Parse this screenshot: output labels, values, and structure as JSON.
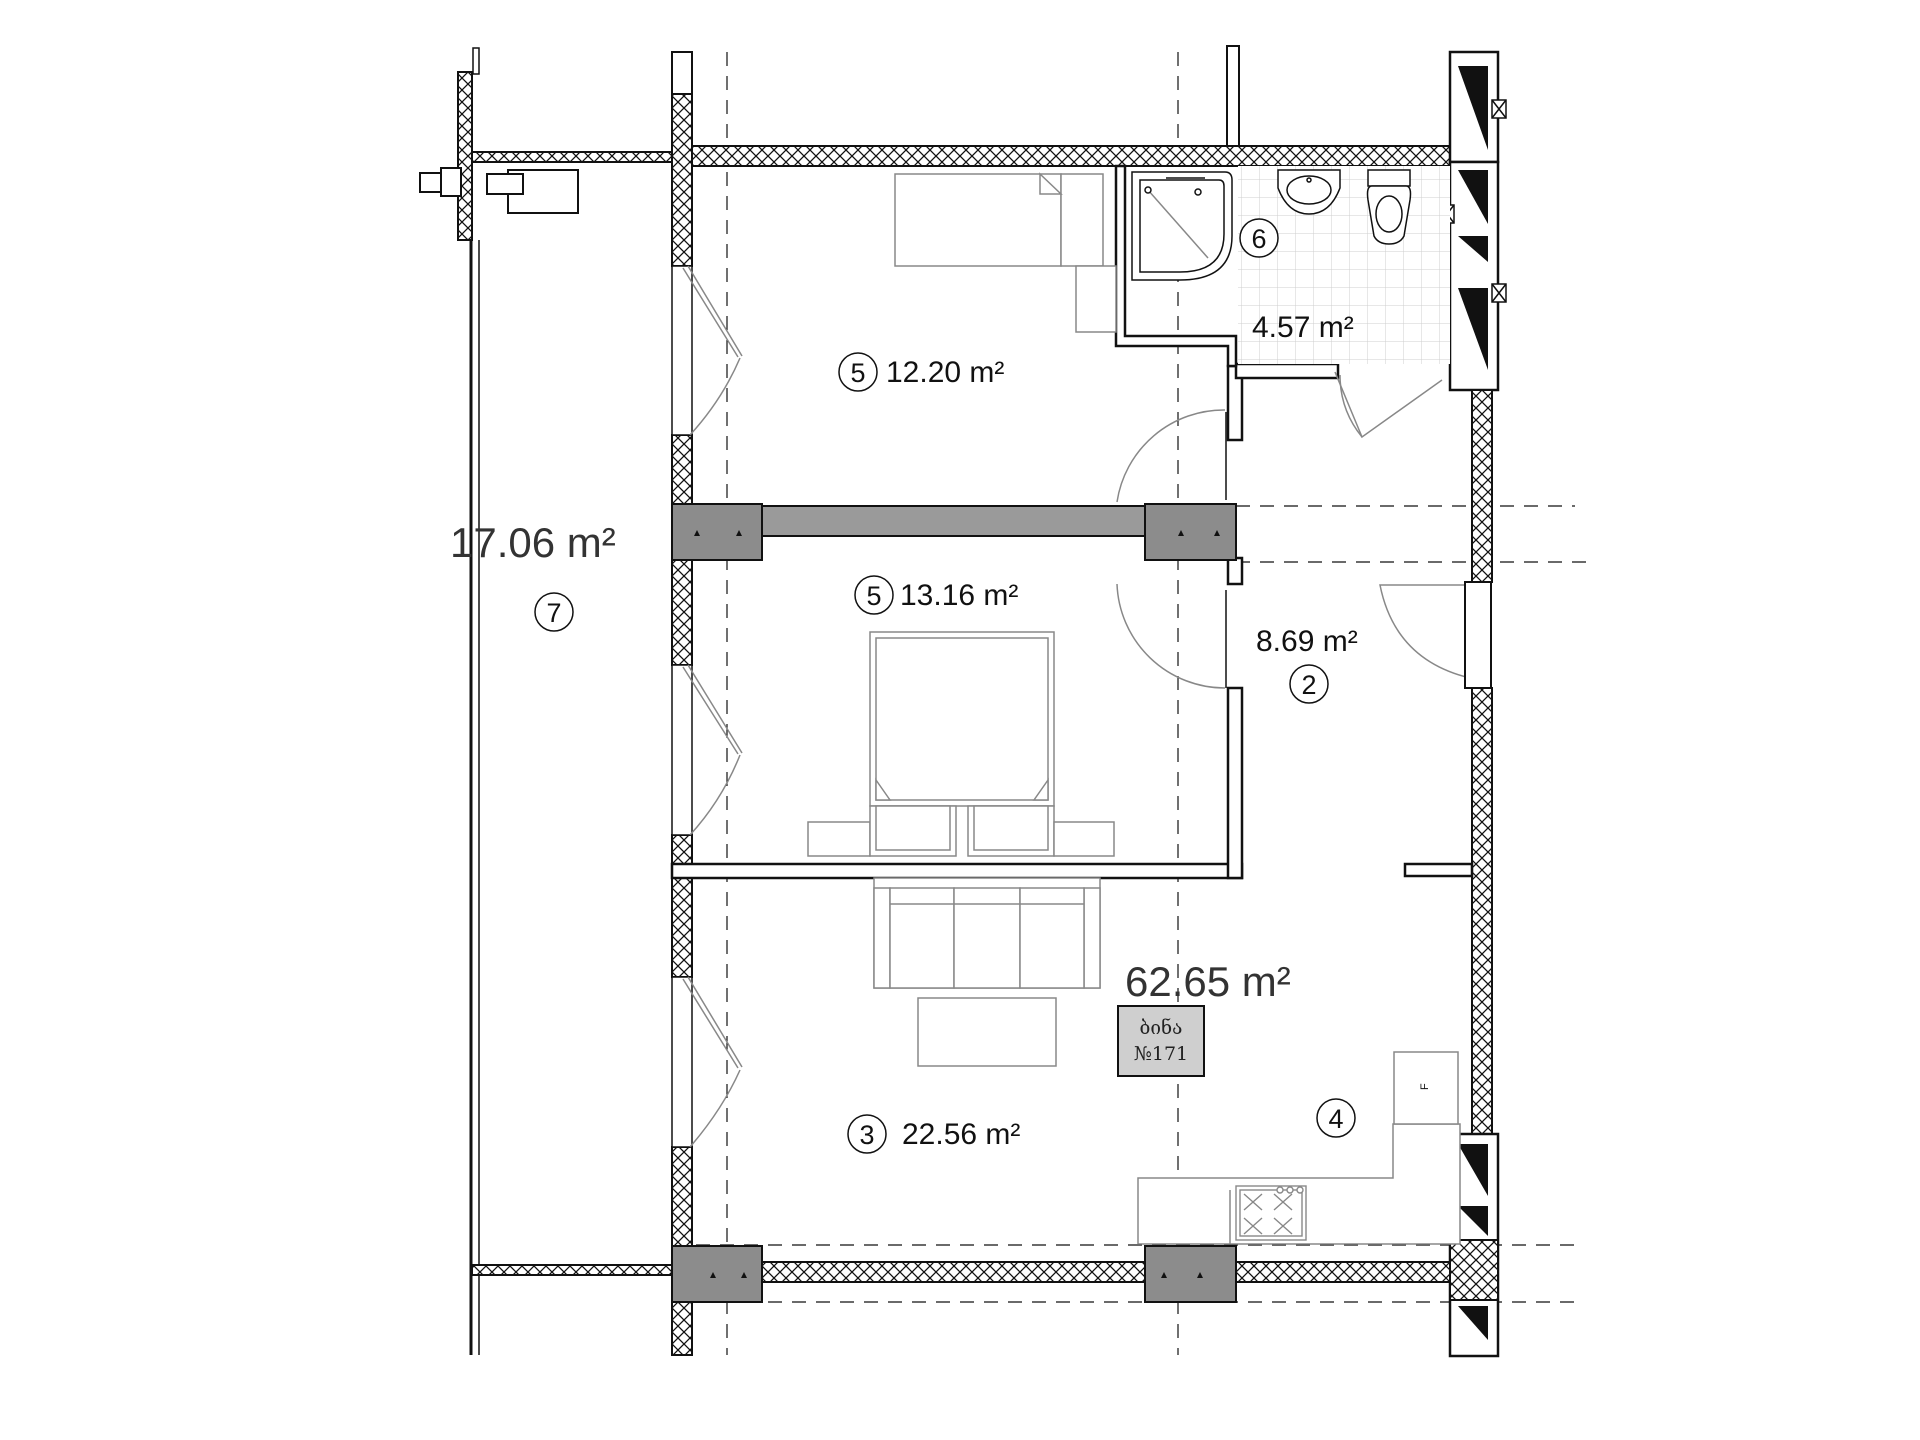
{
  "rooms": [
    {
      "id": "bedroom_1",
      "number": "5",
      "area": "12.20 m²"
    },
    {
      "id": "bedroom_2",
      "number": "5",
      "area": "13.16 m²"
    },
    {
      "id": "living_room",
      "number": "3",
      "area": "22.56 m²"
    },
    {
      "id": "bathroom",
      "number": "6",
      "area": "4.57 m²"
    },
    {
      "id": "hallway",
      "number": "2",
      "area": "8.69 m²"
    },
    {
      "id": "kitchen",
      "number": "4"
    },
    {
      "id": "balcony",
      "number": "7",
      "area": "17.06 m²"
    }
  ],
  "total_area": "62.65 m²",
  "apartment_badge": {
    "line1": "ბინა",
    "line2": "№171"
  },
  "appliance_label": "F",
  "colors": {
    "wall_fill": "#ffffff",
    "wall_stroke": "#111111",
    "column_fill": "#8c8c8c",
    "tile_grid": "#cfcfcf",
    "furniture_stroke": "#888888",
    "badge_fill": "#cfcfcf"
  }
}
